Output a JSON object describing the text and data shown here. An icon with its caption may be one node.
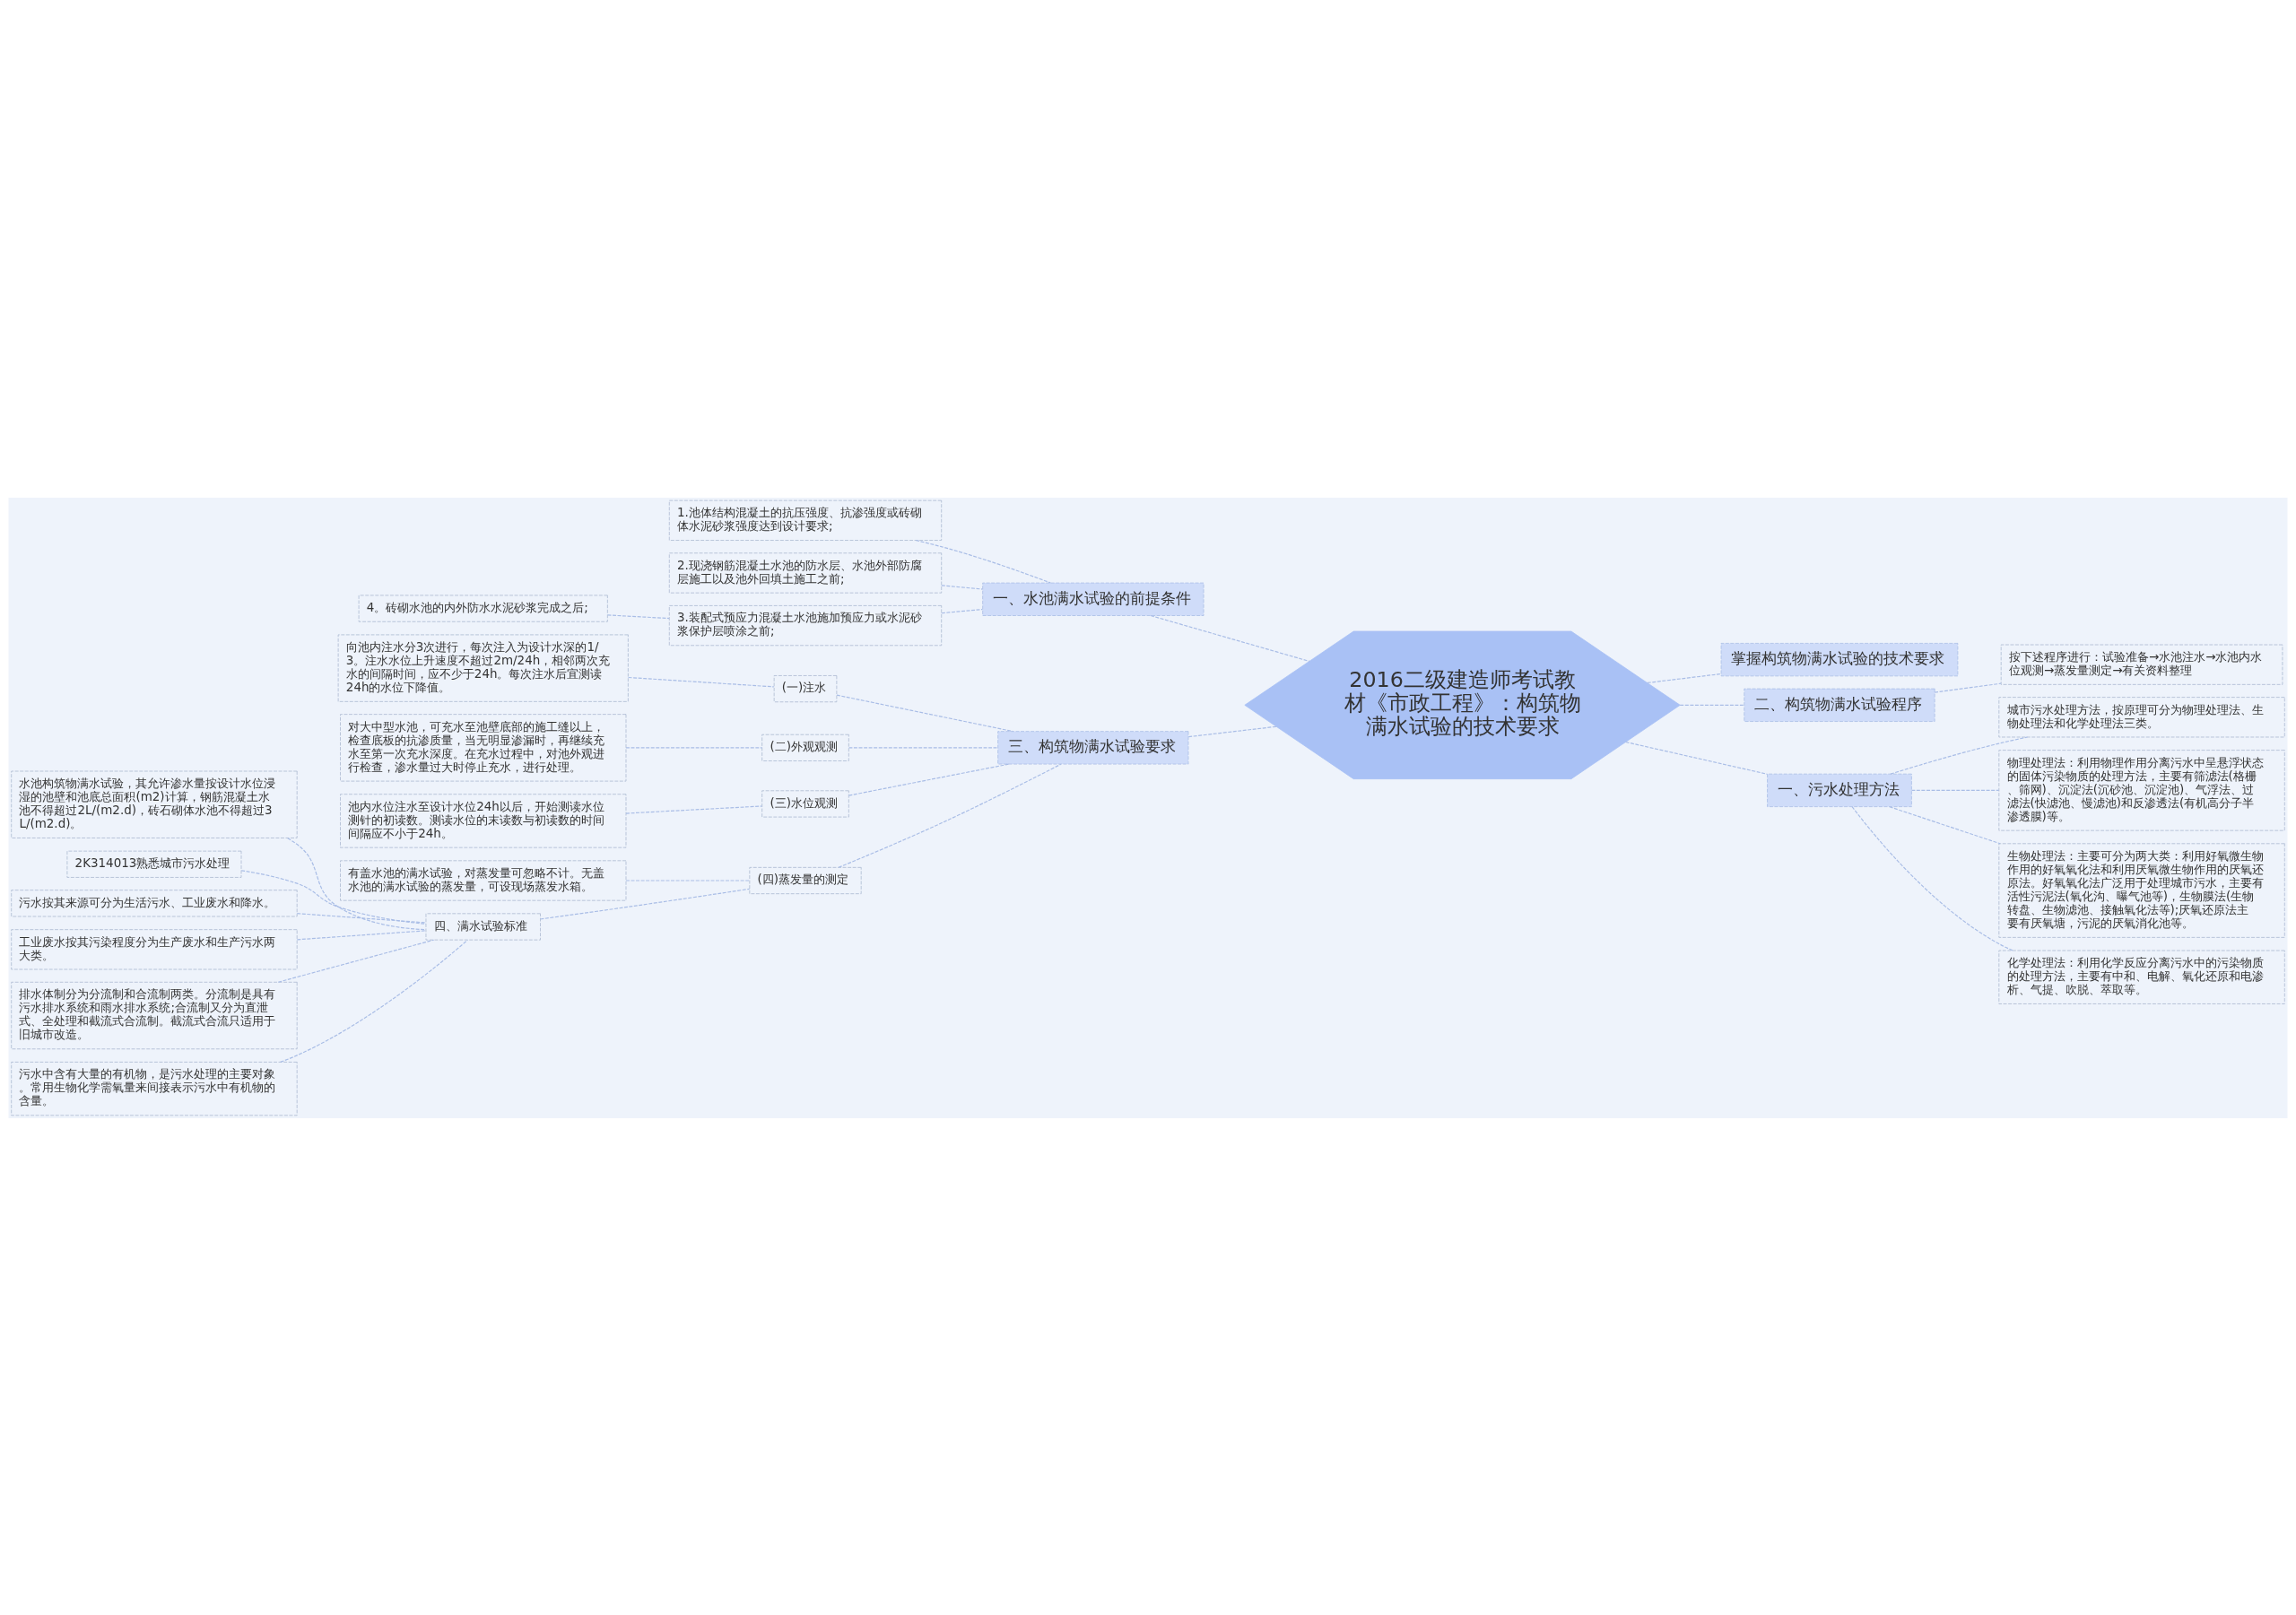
{
  "diagram": {
    "nodes": [
      {
        "text": [
          "2016二级建造师考试教材《市政工程》：构筑物满水试验的技术要求"
        ]
      },
      {
        "text": [
          "一、水池满水试验的前提条件"
        ]
      },
      {
        "text": [
          "1.池体结构混凝土的抗压强度、抗渗强度或砖砌体水泥砂浆强度达到设计要求;"
        ]
      },
      {
        "text": [
          "2.现浇钢筋混凝土水池的防水层、水池外部防腐层施工以及池外回填土施工之前;"
        ]
      },
      {
        "text": [
          "3.装配式预应力混凝土水池施加预应力或水泥砂浆保护层喷涂之前;"
        ]
      },
      {
        "text": [
          "4。砖砌水池的内外防水水泥砂浆完成之后;"
        ]
      },
      {
        "text": [
          "三、构筑物满水试验要求"
        ]
      },
      {
        "text": [
          "(一)注水"
        ]
      },
      {
        "text": [
          "向池内注水分3次进行，每次注入为设计水深的1/3。注水水位上升速度不超过2m/24h，相邻两次充水的间隔时间，应不少于24h。每次注水后宜测读24h的水位下降值。"
        ]
      },
      {
        "text": [
          "(二)外观观测"
        ]
      },
      {
        "text": [
          "对大中型水池，可充水至池壁底部的施工缝以上，检查底板的抗渗质量，当无明显渗漏时，再继续充水至第一次充水深度。在充水过程中，对池外观进行检查，渗水量过大时停止充水，进行处理。"
        ]
      },
      {
        "text": [
          "(三)水位观测"
        ]
      },
      {
        "text": [
          "池内水位注水至设计水位24h以后，开始测读水位测针的初读数。测读水位的末读数与初读数的时间间隔应不小于24h。"
        ]
      },
      {
        "text": [
          "(四)蒸发量的测定"
        ]
      },
      {
        "text": [
          "有盖水池的满水试验，对蒸发量可忽略不计。无盖水池的满水试验的蒸发量，可设现场蒸发水箱。"
        ]
      },
      {
        "text": [
          "四、满水试验标准"
        ]
      },
      {
        "text": [
          "水池构筑物满水试验，其允许渗水量按设计水位浸湿的池壁和池底总面积(m2)计算，钢筋混凝土水池不得超过2L/(m2.d)，砖石砌体水池不得超过3L/(m2.d)。"
        ]
      },
      {
        "text": [
          "2K314013熟悉城市污水处理"
        ]
      },
      {
        "text": [
          "污水按其来源可分为生活污水、工业废水和降水。"
        ]
      },
      {
        "text": [
          "工业废水按其污染程度分为生产废水和生产污水两大类。"
        ]
      },
      {
        "text": [
          "排水体制分为分流制和合流制两类。分流制是具有污水排水系统和雨水排水系统;合流制又分为直泄式、全处理和截流式合流制。截流式合流只适用于旧城市改造。"
        ]
      },
      {
        "text": [
          "污水中含有大量的有机物，是污水处理的主要对象。常用生物化学需氧量来间接表示污水中有机物的含量。"
        ]
      },
      {
        "text": [
          "掌握构筑物满水试验的技术要求"
        ]
      },
      {
        "text": [
          "二、构筑物满水试验程序"
        ]
      },
      {
        "text": [
          "按下述程序进行：试验准备→水池注水→水池内水位观测→蒸发量测定→有关资料整理"
        ]
      },
      {
        "text": [
          "一、污水处理方法"
        ]
      },
      {
        "text": [
          "城市污水处理方法，按原理可分为物理处理法、生物处理法和化学处理法三类。"
        ]
      },
      {
        "text": [
          "物理处理法：利用物理作用分离污水中呈悬浮状态的固体污染物质的处理方法，主要有筛滤法(格栅、筛网)、沉淀法(沉砂池、沉淀池)、气浮法、过滤法(快滤池、慢滤池)和反渗透法(有机高分子半渗透膜)等。"
        ]
      },
      {
        "text": [
          "生物处理法：主要可分为两大类：利用好氧微生物作用的好氧氧化法和利用厌氧微生物作用的厌氧还原法。好氧氧化法广泛用于处理城市污水，主要有活性污泥法(氧化沟、曝气池等)，生物膜法(生物转盘、生物滤池、接触氧化法等);厌氧还原法主要有厌氧塘，污泥的厌氧消化池等。"
        ]
      },
      {
        "text": [
          "化学处理法：利用化学反应分离污水中的污染物质的处理方法，主要有中和、电解、氧化还原和电渗析、气提、吹脱、萃取等。"
        ]
      }
    ],
    "edges": [
      {
        "from": 0,
        "to": 1,
        "arrow": "none"
      },
      {
        "from": 1,
        "to": 2,
        "arrow": "none"
      },
      {
        "from": 1,
        "to": 3,
        "arrow": "none"
      },
      {
        "from": 1,
        "to": 4,
        "arrow": "none"
      },
      {
        "from": 4,
        "to": 5,
        "arrow": "none"
      },
      {
        "from": 0,
        "to": 6,
        "arrow": "none"
      },
      {
        "from": 6,
        "to": 7,
        "arrow": "none"
      },
      {
        "from": 7,
        "to": 8,
        "arrow": "none"
      },
      {
        "from": 6,
        "to": 9,
        "arrow": "none"
      },
      {
        "from": 9,
        "to": 10,
        "arrow": "none"
      },
      {
        "from": 6,
        "to": 11,
        "arrow": "none"
      },
      {
        "from": 11,
        "to": 12,
        "arrow": "none"
      },
      {
        "from": 6,
        "to": 13,
        "arrow": "none"
      },
      {
        "from": 13,
        "to": 14,
        "arrow": "none"
      },
      {
        "from": 13,
        "to": 15,
        "arrow": "none"
      },
      {
        "from": 15,
        "to": 16,
        "arrow": "none"
      },
      {
        "from": 15,
        "to": 17,
        "arrow": "none"
      },
      {
        "from": 15,
        "to": 18,
        "arrow": "none"
      },
      {
        "from": 15,
        "to": 19,
        "arrow": "none"
      },
      {
        "from": 15,
        "to": 20,
        "arrow": "none"
      },
      {
        "from": 15,
        "to": 21,
        "arrow": "none"
      },
      {
        "from": 0,
        "to": 22,
        "arrow": "none"
      },
      {
        "from": 0,
        "to": 23,
        "arrow": "none"
      },
      {
        "from": 23,
        "to": 24,
        "arrow": "none"
      },
      {
        "from": 0,
        "to": 25,
        "arrow": "none"
      },
      {
        "from": 25,
        "to": 26,
        "arrow": "none"
      },
      {
        "from": 25,
        "to": 27,
        "arrow": "none"
      },
      {
        "from": 25,
        "to": 28,
        "arrow": "none"
      },
      {
        "from": 25,
        "to": 29,
        "arrow": "none"
      }
    ]
  }
}
